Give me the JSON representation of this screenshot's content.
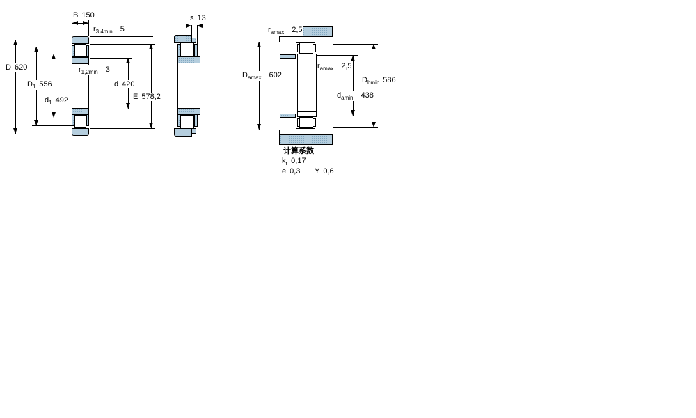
{
  "drawing": {
    "left_view": {
      "B": {
        "symbol": "B",
        "value": "150"
      },
      "r34": {
        "symbol": "r",
        "sub": "3,4min",
        "value": "5"
      },
      "r12": {
        "symbol": "r",
        "sub": "1,2min",
        "value": "3"
      },
      "D": {
        "symbol": "D",
        "value": "620"
      },
      "D1": {
        "symbol": "D",
        "sub": "1",
        "value": "556"
      },
      "d1": {
        "symbol": "d",
        "sub": "1",
        "value": "492"
      },
      "d": {
        "symbol": "d",
        "value": "420"
      },
      "E": {
        "symbol": "E",
        "value": "578,2"
      }
    },
    "side_view": {
      "s": {
        "symbol": "s",
        "value": "13"
      }
    },
    "mounting_view": {
      "ra_housing": {
        "symbol": "r",
        "sub": "amax",
        "value": "2,5"
      },
      "Da": {
        "symbol": "D",
        "sub": "amax",
        "value": "602"
      },
      "ra_shaft": {
        "symbol": "r",
        "sub": "amax",
        "value": "2,5"
      },
      "Db": {
        "symbol": "D",
        "sub": "bmin",
        "value": "586"
      },
      "da": {
        "symbol": "d",
        "sub": "amin",
        "value": "438"
      }
    },
    "calculation_factors": {
      "title": "计算系数",
      "kr": {
        "symbol": "k",
        "sub": "r",
        "value": "0,17"
      },
      "e": {
        "symbol": "e",
        "value": "0,3"
      },
      "Y": {
        "symbol": "Y",
        "value": "0,6"
      }
    },
    "colors": {
      "fill": "#b5cede",
      "dot": "#84a9c2",
      "line": "#000000",
      "background": "#ffffff"
    }
  }
}
